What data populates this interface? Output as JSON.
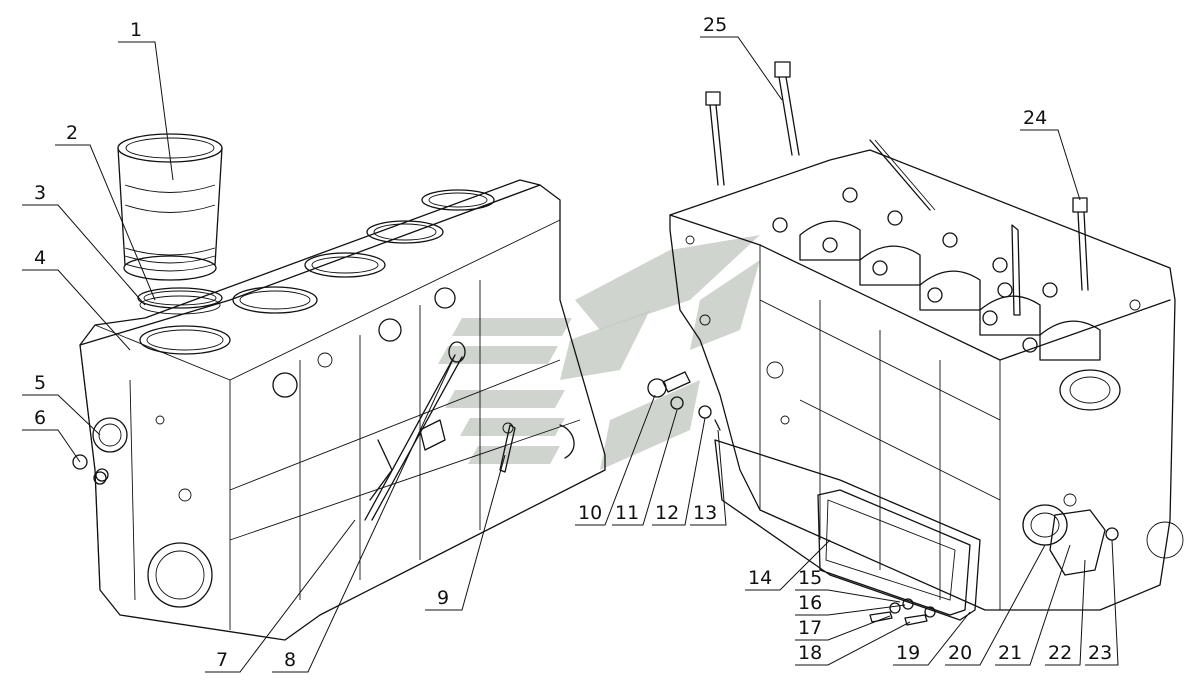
{
  "callouts": [
    {
      "id": "1",
      "label": "1"
    },
    {
      "id": "2",
      "label": "2"
    },
    {
      "id": "3",
      "label": "3"
    },
    {
      "id": "4",
      "label": "4"
    },
    {
      "id": "5",
      "label": "5"
    },
    {
      "id": "6",
      "label": "6"
    },
    {
      "id": "7",
      "label": "7"
    },
    {
      "id": "8",
      "label": "8"
    },
    {
      "id": "9",
      "label": "9"
    },
    {
      "id": "10",
      "label": "10"
    },
    {
      "id": "11",
      "label": "11"
    },
    {
      "id": "12",
      "label": "12"
    },
    {
      "id": "13",
      "label": "13"
    },
    {
      "id": "14",
      "label": "14"
    },
    {
      "id": "15",
      "label": "15"
    },
    {
      "id": "16",
      "label": "16"
    },
    {
      "id": "17",
      "label": "17"
    },
    {
      "id": "18",
      "label": "18"
    },
    {
      "id": "19",
      "label": "19"
    },
    {
      "id": "20",
      "label": "20"
    },
    {
      "id": "21",
      "label": "21"
    },
    {
      "id": "22",
      "label": "22"
    },
    {
      "id": "23",
      "label": "23"
    },
    {
      "id": "24",
      "label": "24"
    },
    {
      "id": "25",
      "label": "25"
    }
  ],
  "colors": {
    "line": "#111111",
    "watermark": "#c7ccc6",
    "background": "#ffffff"
  }
}
